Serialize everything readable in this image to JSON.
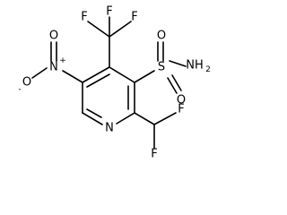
{
  "molecule": {
    "atoms": {
      "ring_n": "N",
      "nitro_n": "N",
      "nitro_o_plus": "+",
      "nitro_o_top": "O",
      "nitro_o_minus": "O",
      "nitro_minus": "-",
      "sulfonyl_s": "S",
      "sulfonyl_o_left": "O",
      "sulfonyl_o_bottom": "O",
      "sulfonyl_nh2": "NH",
      "sulfonyl_nh2_sub": "2",
      "cf3_f_left": "F",
      "cf3_f_top": "F",
      "cf3_f_right": "F",
      "chf2_f_right": "F",
      "chf2_f_bottom": "F"
    }
  }
}
